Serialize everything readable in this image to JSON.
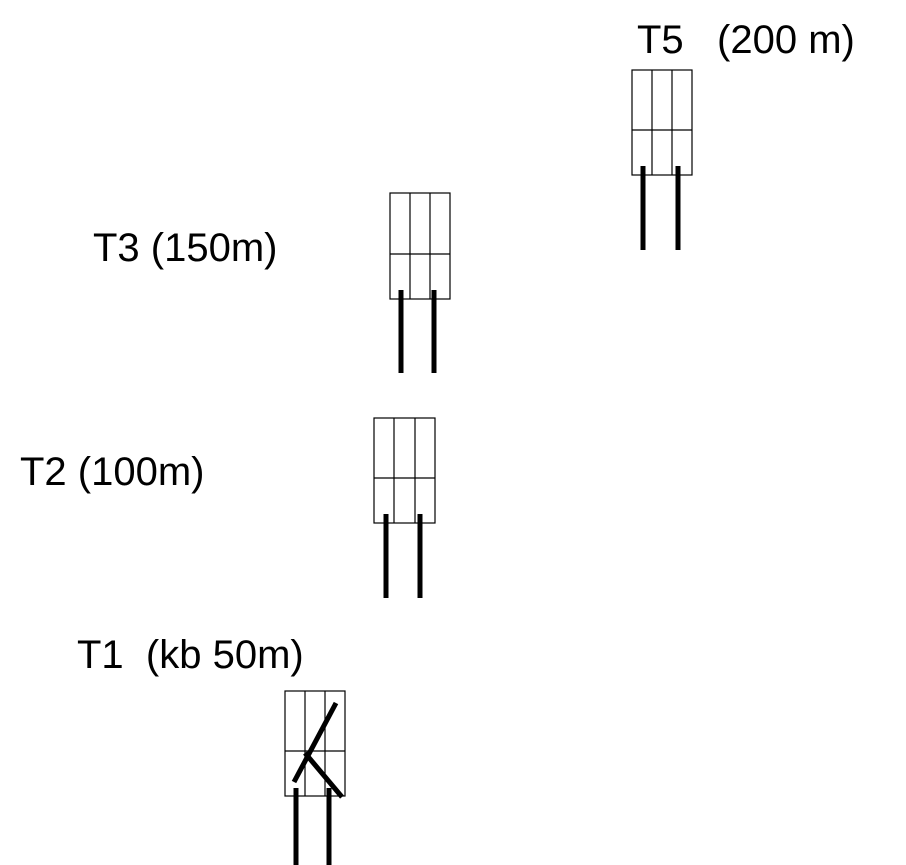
{
  "diagram": {
    "items": [
      {
        "id": "t5",
        "label": "T5   (200 m)"
      },
      {
        "id": "t3",
        "label": "T3 (150m)"
      },
      {
        "id": "t2",
        "label": "T2 (100m)"
      },
      {
        "id": "t1",
        "label": "T1  (kb 50m)"
      }
    ]
  }
}
